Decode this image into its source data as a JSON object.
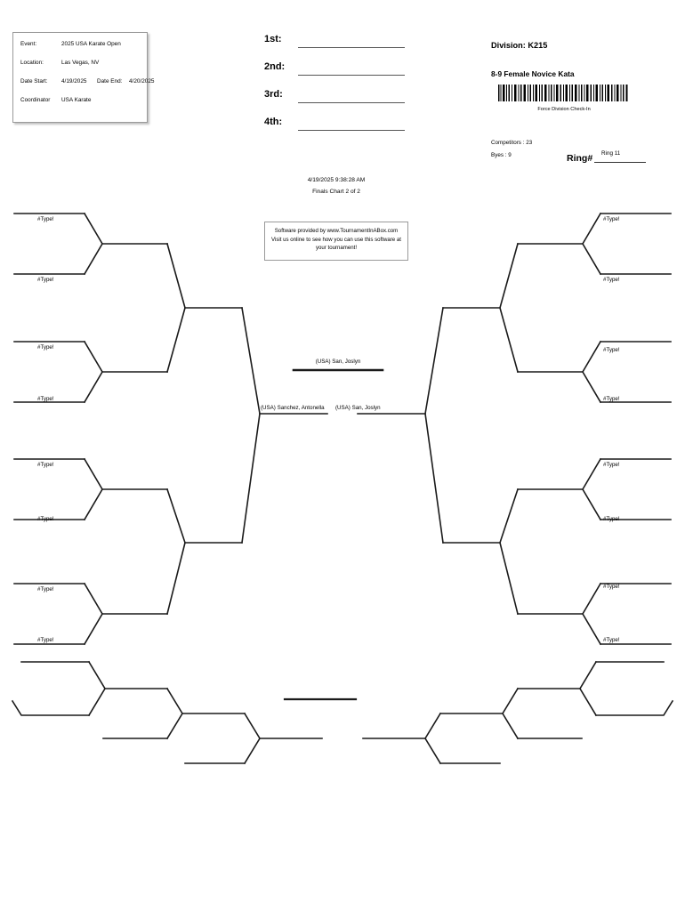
{
  "event": {
    "rows": [
      {
        "label": "Event:",
        "value": "2025 USA Karate Open"
      },
      {
        "label": "Location:",
        "value": "Las Vegas, NV"
      },
      {
        "label": "Date Start:",
        "value": "4/19/2025",
        "label2": "Date End:",
        "value2": "4/20/2025"
      },
      {
        "label": "Coordinator",
        "value": "USA Karate"
      }
    ]
  },
  "placements": [
    {
      "label": "1st:",
      "value": ""
    },
    {
      "label": "2nd:",
      "value": ""
    },
    {
      "label": "3rd:",
      "value": ""
    },
    {
      "label": "4th:",
      "value": ""
    }
  ],
  "stamp": {
    "timestamp": "4/19/2025 9:38:28 AM",
    "chart": "Finals Chart 2 of 2"
  },
  "software_box": {
    "line1": "Software provided by www.TournamentInABox.com",
    "line2": "Visit us online to see how you can use this software at",
    "line3": "your tournament!"
  },
  "division": {
    "title": "Division: K215",
    "subtitle": "8-9 Female Novice Kata",
    "barcode_caption": "Force Division Check-In",
    "competitors": "Competitors : 23",
    "byes": "Byes : 9",
    "ring_label": "Ring#",
    "ring_value": "Ring 11"
  },
  "bracket": {
    "error_text": "#Type!",
    "champion": "(USA) San, Joslyn",
    "semifinal_left": "(USA) Sanchez, Antonella",
    "semifinal_right": "(USA) San, Joslyn",
    "left_slots": [
      "#Type!",
      "#Type!",
      "#Type!",
      "#Type!",
      "#Type!",
      "#Type!",
      "#Type!",
      "#Type!"
    ],
    "right_slots": [
      "#Type!",
      "#Type!",
      "#Type!",
      "#Type!",
      "#Type!",
      "#Type!",
      "#Type!",
      "#Type!"
    ]
  }
}
